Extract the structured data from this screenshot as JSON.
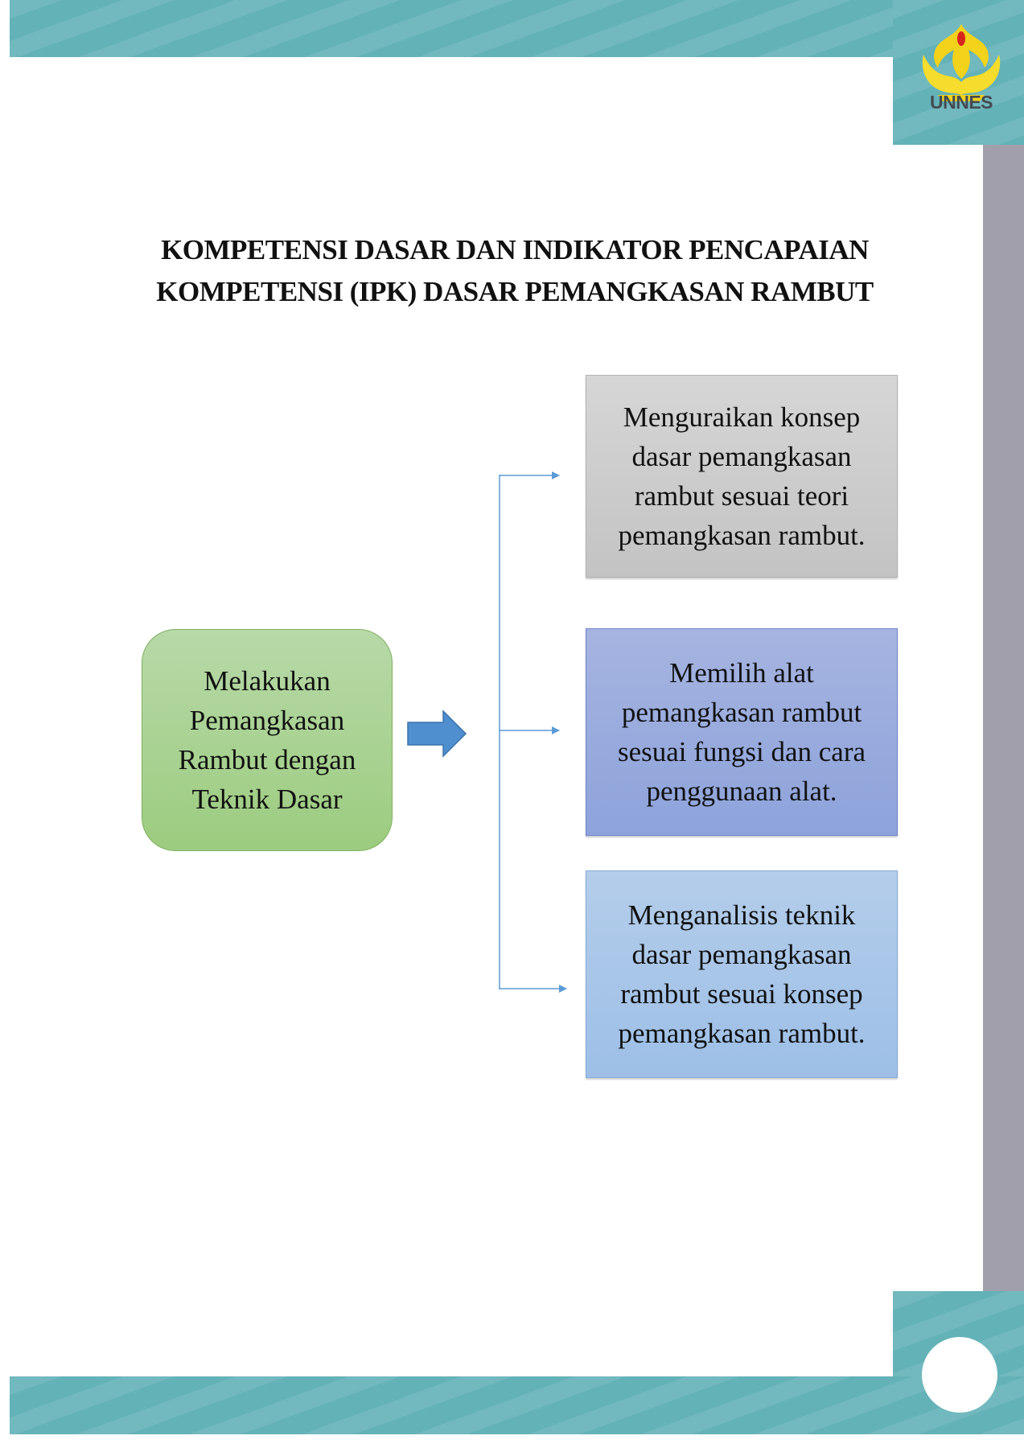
{
  "header": {
    "logo_text": "UNNES"
  },
  "title": {
    "line1": "KOMPETENSI DASAR DAN INDIKATOR PENCAPAIAN",
    "line2": "KOMPETENSI (IPK) DASAR PEMANGKASAN RAMBUT"
  },
  "diagram": {
    "source": {
      "lines": [
        "Melakukan",
        "Pemangkasan",
        "Rambut dengan",
        "Teknik Dasar"
      ]
    },
    "targets": [
      {
        "lines": [
          "Menguraikan konsep",
          "dasar pemangkasan",
          "rambut sesuai teori",
          "pemangkasan rambut."
        ]
      },
      {
        "lines": [
          "Memilih alat",
          "pemangkasan rambut",
          "sesuai fungsi dan cara",
          "penggunaan alat."
        ]
      },
      {
        "lines": [
          "Menganalisis teknik",
          "dasar pemangkasan",
          "rambut sesuai konsep",
          "pemangkasan rambut."
        ]
      }
    ]
  },
  "colors": {
    "band": "#63b2b8",
    "side_stripe": "#a19fac",
    "source_fill": "#a9d18e",
    "target1_fill": "#c9c9c9",
    "target2_fill": "#94a9dd",
    "target3_fill": "#a5c6ea",
    "connector": "#5b9bd5",
    "block_arrow": "#4f8fd0"
  }
}
